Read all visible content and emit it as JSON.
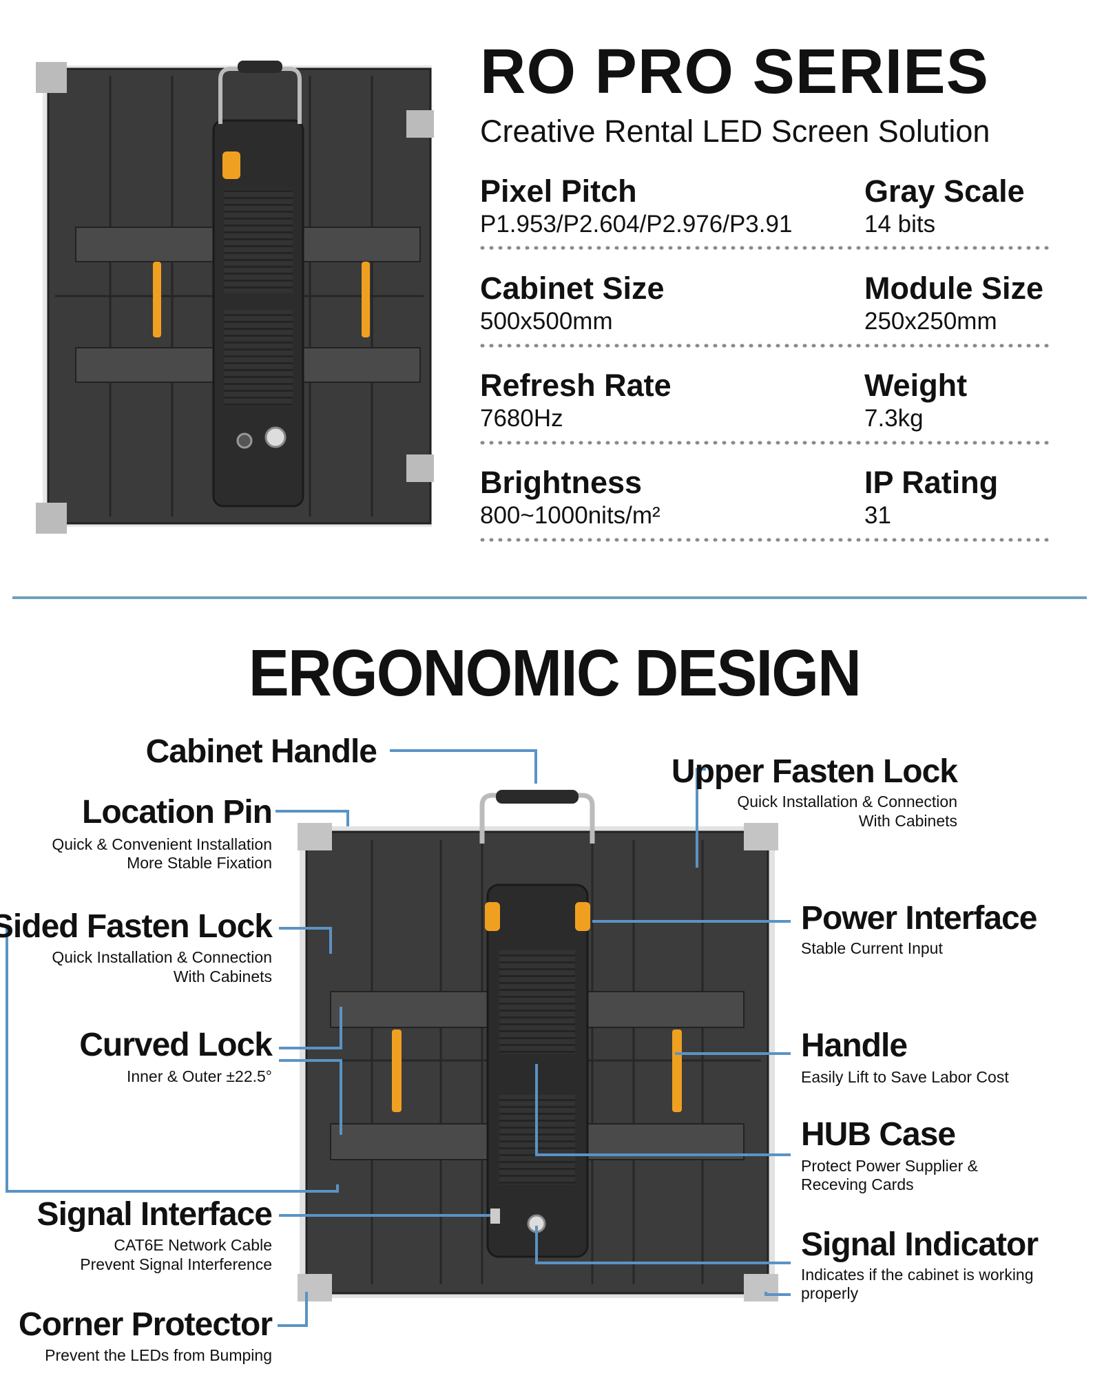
{
  "header": {
    "title": "RO PRO SERIES",
    "subtitle": "Creative Rental LED Screen Solution"
  },
  "specs": [
    {
      "label": "Pixel Pitch",
      "value": "P1.953/P2.604/P2.976/P3.91"
    },
    {
      "label": "Gray Scale",
      "value": "14 bits"
    },
    {
      "label": "Cabinet Size",
      "value": "500x500mm"
    },
    {
      "label": "Module Size",
      "value": "250x250mm"
    },
    {
      "label": "Refresh Rate",
      "value": "7680Hz"
    },
    {
      "label": "Weight",
      "value": "7.3kg"
    },
    {
      "label": "Brightness",
      "value": "800~1000nits/m²"
    },
    {
      "label": "IP Rating",
      "value": "31"
    }
  ],
  "design": {
    "title": "ERGONOMIC DESIGN",
    "features": {
      "cabinet_handle": {
        "title": "Cabinet Handle"
      },
      "location_pin": {
        "title": "Location Pin",
        "desc1": "Quick & Convenient Installation",
        "desc2": "More Stable Fixation"
      },
      "sided_fasten_lock": {
        "title": "Sided Fasten Lock",
        "desc1": "Quick Installation & Connection",
        "desc2": "With Cabinets"
      },
      "curved_lock": {
        "title": "Curved Lock",
        "desc1": "Inner & Outer ±22.5°"
      },
      "signal_interface": {
        "title": "Signal Interface",
        "desc1": "CAT6E Network Cable",
        "desc2": "Prevent Signal Interference"
      },
      "corner_protector": {
        "title": "Corner Protector",
        "desc1": "Prevent the LEDs from Bumping"
      },
      "upper_fasten_lock": {
        "title": "Upper Fasten Lock",
        "desc1": "Quick Installation & Connection",
        "desc2": "With Cabinets"
      },
      "power_interface": {
        "title": "Power Interface",
        "desc1": "Stable Current Input"
      },
      "handle": {
        "title": "Handle",
        "desc1": "Easily Lift to Save Labor Cost"
      },
      "hub_case": {
        "title": "HUB Case",
        "desc1": "Protect Power Supplier &",
        "desc2": "Receving Cards"
      },
      "signal_indicator": {
        "title": "Signal Indicator",
        "desc1": "Indicates if the cabinet is working",
        "desc2": "properly"
      }
    }
  },
  "colors": {
    "callout_line": "#5b93c4",
    "cabinet_body": "#3a3a3a",
    "accent_orange": "#f0a020"
  }
}
